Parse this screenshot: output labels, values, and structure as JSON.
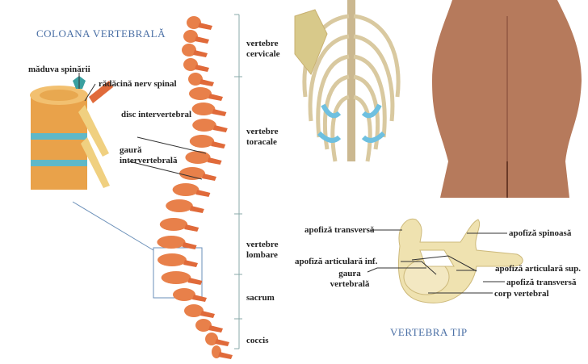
{
  "spine_panel": {
    "title": "COLOANA VERTEBRALĂ",
    "labels": {
      "spinal_cord": "măduva spinării",
      "nerve_root": "rădăcină nerv spinal",
      "disc": "disc intervertebral",
      "foramen": "gaură intervertebrală"
    },
    "regions": {
      "cervical": "vertebre cervicale",
      "thoracic": "vertebre toracale",
      "lumbar": "vertebre lombare",
      "sacrum": "sacrum",
      "coccyx": "coccis"
    }
  },
  "vertebra_panel": {
    "title": "VERTEBRA TIP",
    "labels": {
      "transverse_left": "apofiză transversă",
      "spinous": "apofiză spinoasă",
      "articular_inf": "apofiză articulară inf.",
      "articular_sup": "apofiză articulară sup.",
      "foramen": "gaura vertebrală",
      "transverse_right": "apofiză transversă",
      "body": "corp vertebral"
    }
  },
  "colors": {
    "bone": "#e8804a",
    "title": "#4a6fa5",
    "disc": "#5fb8c8",
    "vertebra": "#efe2b0",
    "skin": "#b67a5c"
  }
}
